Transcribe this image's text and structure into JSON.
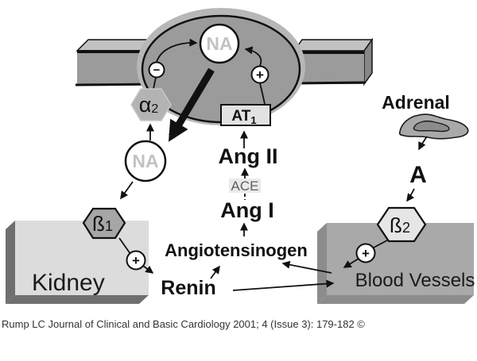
{
  "citation": "Rump LC Journal of Clinical and Basic Cardiology 2001; 4 (Issue 3): 179-182 ©",
  "neuron": {
    "vesicle_na": "NA",
    "released_na": "NA",
    "minus_sign": "−",
    "plus_sign": "+",
    "alpha2": {
      "base": "α",
      "sub": "2"
    },
    "at1": {
      "base": "AT",
      "sub": "1"
    }
  },
  "cascade": {
    "ang_ii": "Ang II",
    "ace": "ACE",
    "ang_i": "Ang I",
    "angiotensinogen": "Angiotensinogen",
    "renin": "Renin"
  },
  "kidney": {
    "label": "Kidney",
    "beta1": {
      "base": "ß",
      "sub": "1"
    },
    "plus_sign": "+"
  },
  "vessels": {
    "label": "Blood Vessels",
    "beta2": {
      "base": "ß",
      "sub": "2"
    },
    "plus_sign": "+"
  },
  "adrenal": {
    "label": "Adrenal",
    "hormone": "A"
  },
  "colors": {
    "nerve_fill": "#9b9b9b",
    "nerve_rim": "#b7b7b7",
    "nerve_top": "#c2c2c2",
    "nerve_side": "#878787",
    "kidney_front": "#dcdcdc",
    "kidney_side": "#6f6f6f",
    "vessels_front": "#a9a9a9",
    "vessels_side": "#8c8c8c",
    "alpha2_fill": "#b3b3b3",
    "beta1_fill": "#a6a6a6",
    "beta2_fill": "#e6e6e6",
    "at1_fill": "#e2e2e2",
    "adrenal_fill": "#a9a9a9",
    "adrenal_inner": "#8c8c8c",
    "na_text": "#c2c2c2",
    "ace_text": "#5f5f5f",
    "ace_bg": "#eaeaea",
    "ink": "#111111"
  }
}
